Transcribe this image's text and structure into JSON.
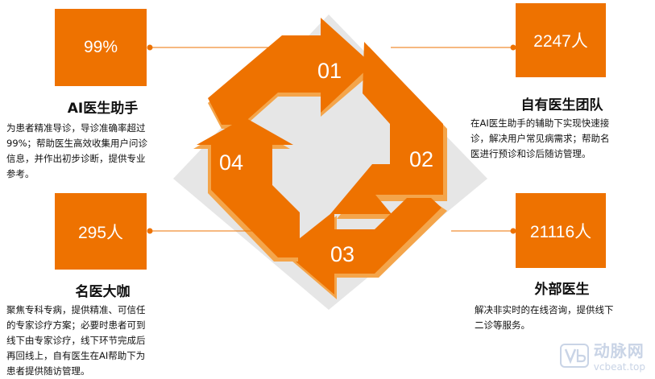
{
  "colors": {
    "accent": "#ee7200",
    "accent_light": "#f4a54b",
    "backdrop": "#e6e6e6"
  },
  "left_top": {
    "value": "99%",
    "title": "AI医生助手",
    "desc_lines": [
      "为患者精准导诊，导诊准确率超过",
      "99%；帮助医生高效收集用户问诊",
      "信息，并作出初步诊断，提供专业",
      "参考。"
    ]
  },
  "right_top": {
    "value": "2247人",
    "title": "自有医生团队",
    "desc_lines": [
      "在AI医生助手的辅助下实现快速接",
      "诊，解决用户常见病需求；帮助名",
      "医进行预诊和诊后随访管理。"
    ]
  },
  "left_bottom": {
    "value": "295人",
    "title": "名医大咖",
    "desc_lines": [
      "聚焦专科专病，提供精准、可信任",
      "的专家诊疗方案；必要时患者可到",
      "线下由专家诊疗，线下环节完成后",
      "再回线上，自有医生在AI帮助下为",
      "患者提供随访管理。"
    ]
  },
  "right_bottom": {
    "value": "21116人",
    "title": "外部医生",
    "desc_lines": [
      "解决非实时的在线咨询，提供线下",
      "二诊等服务。"
    ]
  },
  "cycle": {
    "steps": [
      "01",
      "02",
      "03",
      "04"
    ]
  },
  "watermark": {
    "icon": "vb-logo-icon",
    "name": "动脉网",
    "url": "vcbeat.top"
  }
}
